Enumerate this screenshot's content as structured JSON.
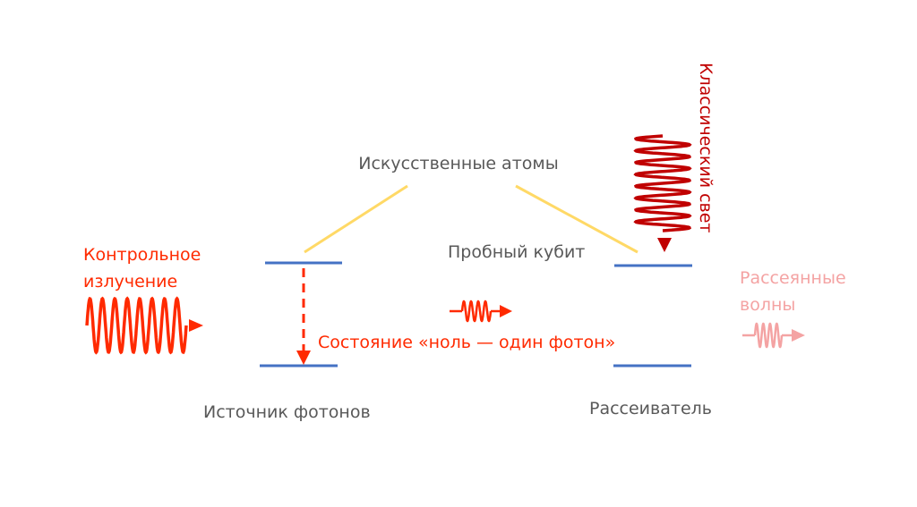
{
  "labels": {
    "artificial_atoms": "Искусственные атомы",
    "control_line1": "Контрольное",
    "control_line2": "излучение",
    "probe_qubit": "Пробный кубит",
    "state": "Состояние «ноль — один фотон»",
    "photon_source": "Источник фотонов",
    "scatterer": "Рассеиватель",
    "scattered_line1": "Рассеянные",
    "scattered_line2": "волны",
    "classical_light": "Классический свет"
  },
  "colors": {
    "level": "#4472C4",
    "connector": "#FFD966",
    "control": "#FF2A00",
    "classical": "#C00000",
    "scattered": "#F4A3A3",
    "text": "#595959"
  }
}
